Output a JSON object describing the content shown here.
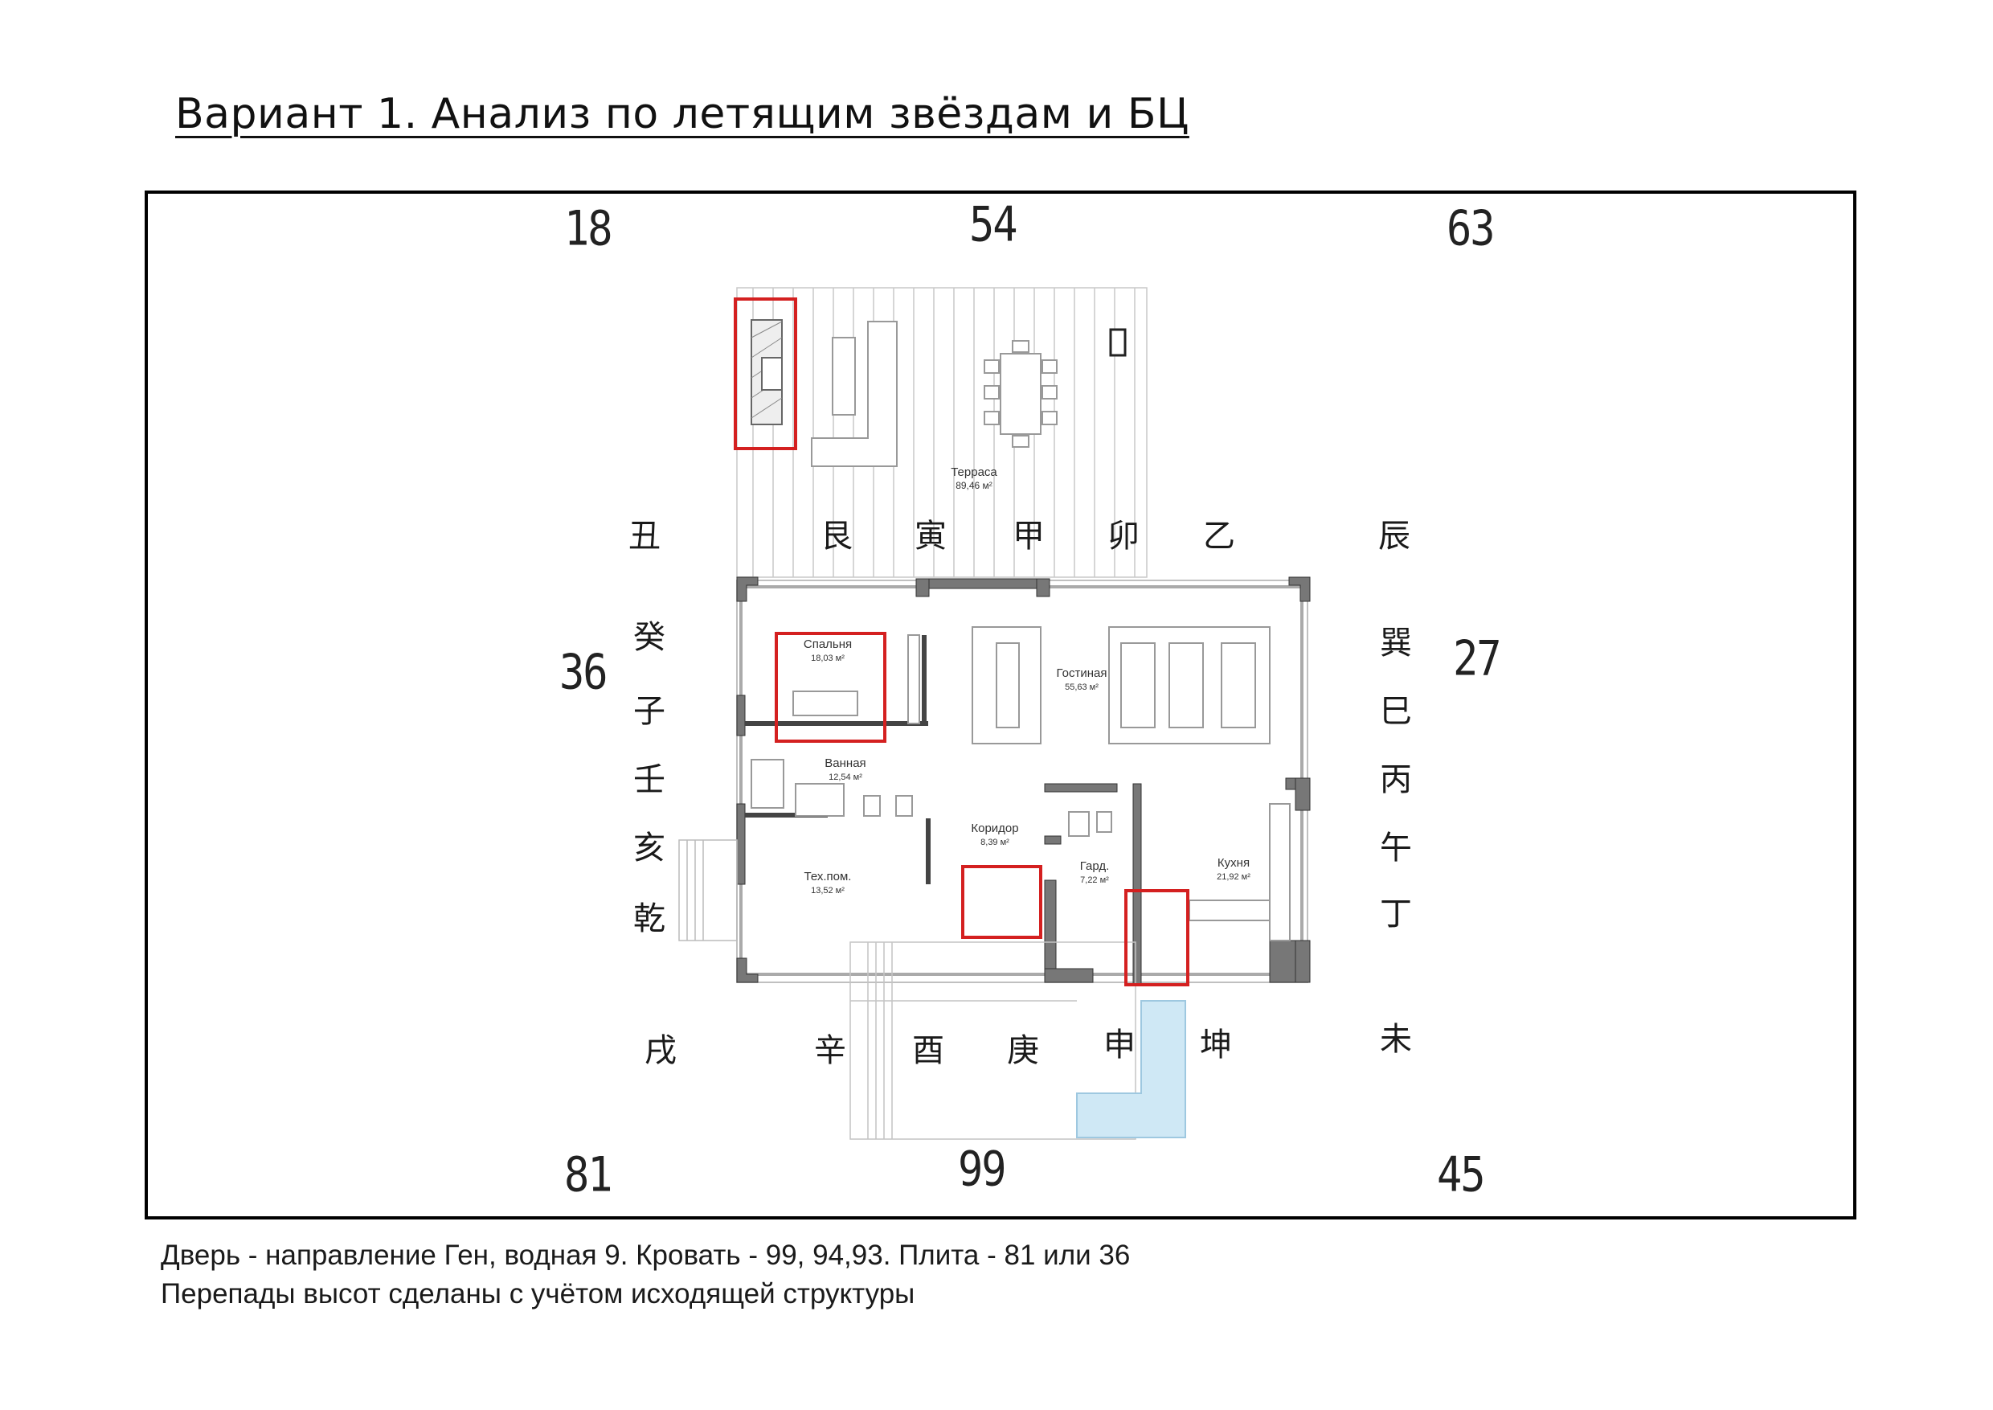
{
  "title": "Вариант 1. Анализ по летящим звёздам и БЦ",
  "stars": {
    "nw": "18",
    "n": "54",
    "ne": "63",
    "w": "36",
    "e": "27",
    "sw": "81",
    "s": "99",
    "se": "45"
  },
  "mountains": {
    "top": [
      "丑",
      "艮",
      "寅",
      "甲",
      "卯",
      "乙",
      "辰"
    ],
    "left": [
      "癸",
      "子",
      "壬",
      "亥",
      "乾"
    ],
    "right": [
      "巽",
      "巳",
      "丙",
      "午",
      "丁"
    ],
    "bottom": [
      "戌",
      "辛",
      "酉",
      "庚",
      "申",
      "坤",
      "未"
    ]
  },
  "rooms": {
    "terrace": {
      "name": "Терраса",
      "area": "89,46 м²"
    },
    "bedroom": {
      "name": "Спальня",
      "area": "18,03 м²"
    },
    "living": {
      "name": "Гостиная",
      "area": "55,63 м²"
    },
    "bath": {
      "name": "Ванная",
      "area": "12,54 м²"
    },
    "corridor": {
      "name": "Коридор",
      "area": "8,39 м²"
    },
    "tech": {
      "name": "Тех.пом.",
      "area": "13,52 м²"
    },
    "wardrobe": {
      "name": "Гард.",
      "area": "7,22 м²"
    },
    "kitchen": {
      "name": "Кухня",
      "area": "21,92 м²"
    }
  },
  "notes": {
    "line1": "Дверь - направление Ген, водная 9. Кровать  - 99, 94,93. Плита - 81 или 36",
    "line2": "Перепады высот сделаны с учётом исходящей структуры"
  },
  "colors": {
    "highlight": "#d42020",
    "wall": "#7a7a7a",
    "pool": "#cfe8f5"
  }
}
